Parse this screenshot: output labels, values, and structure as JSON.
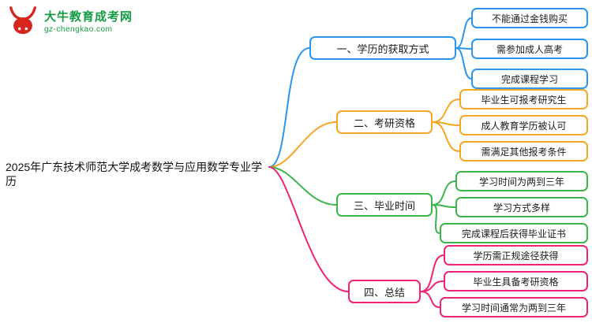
{
  "logo": {
    "site_name": "大牛教育成考网",
    "site_url": "gz-chengkao.com",
    "brand_red": "#d6251d",
    "brand_green": "#149b43"
  },
  "root": {
    "label": "2025年广东技术师范大学成考数学与应用数学专业学历"
  },
  "branches": [
    {
      "label": "一、学历的获取方式",
      "color": "#2b96ee",
      "children": [
        "不能通过金钱购买",
        "需参加成人高考",
        "完成课程学习"
      ]
    },
    {
      "label": "二、考研资格",
      "color": "#f5a623",
      "children": [
        "毕业生可报考研究生",
        "成人教育学历被认可",
        "需满足其他报考条件"
      ]
    },
    {
      "label": "三、毕业时间",
      "color": "#3cb54a",
      "children": [
        "学习时间为两到三年",
        "学习方式多样",
        "完成课程后获得毕业证书"
      ]
    },
    {
      "label": "四、总结",
      "color": "#ee2277",
      "children": [
        "学历需正规途径获得",
        "毕业生具备考研资格",
        "学习时间通常为两到三年"
      ]
    }
  ]
}
